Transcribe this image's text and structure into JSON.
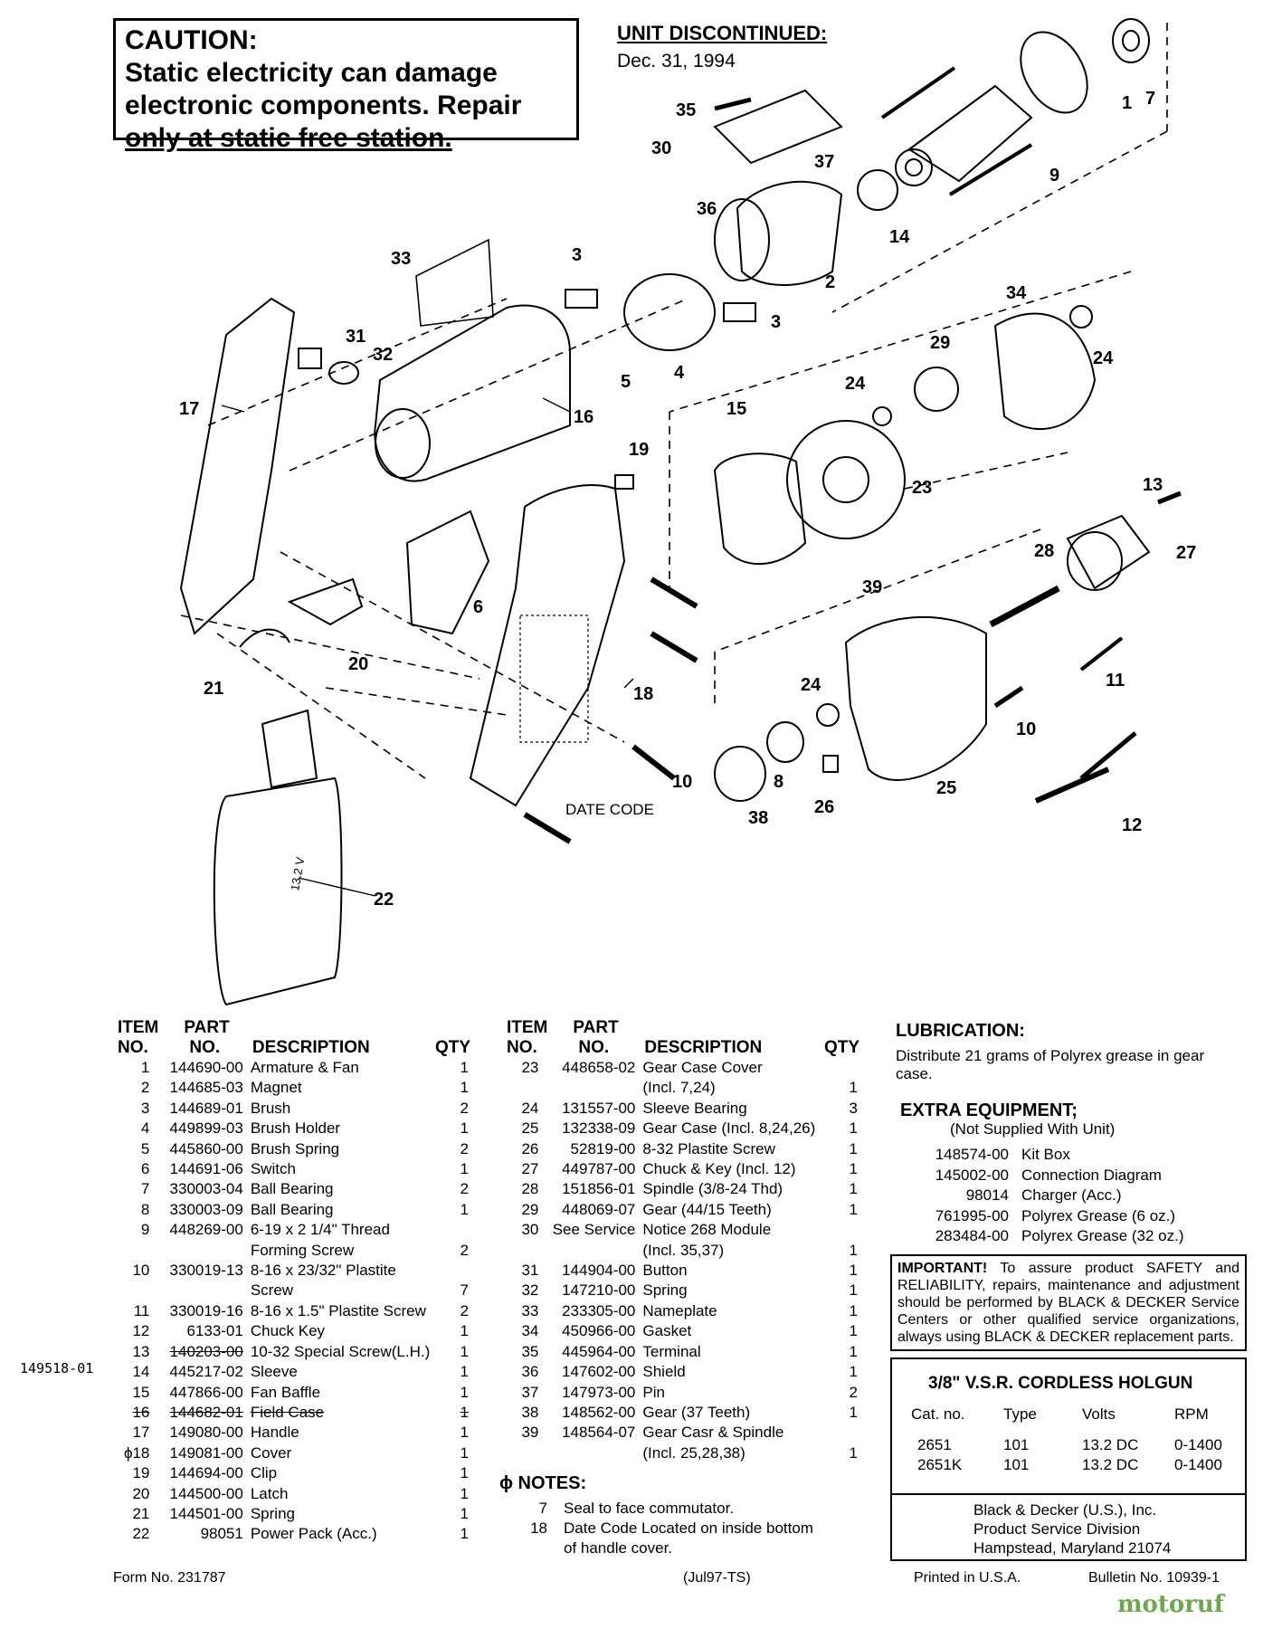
{
  "caution": {
    "line1": "CAUTION:",
    "line2": "Static electricity can damage",
    "line3": "electronic components. Repair",
    "line4": "only at static free station."
  },
  "discontinued": {
    "title": "UNIT DISCONTINUED:",
    "date": "Dec. 31, 1994"
  },
  "diagram": {
    "callouts": [
      "1",
      "7",
      "35",
      "30",
      "37",
      "9",
      "36",
      "14",
      "2",
      "33",
      "3",
      "3",
      "31",
      "32",
      "17",
      "16",
      "5",
      "4",
      "34",
      "24",
      "29",
      "24",
      "15",
      "23",
      "19",
      "13",
      "28",
      "27",
      "39",
      "6",
      "20",
      "21",
      "18",
      "11",
      "24",
      "10",
      "8",
      "25",
      "10",
      "38",
      "26",
      "12",
      "22"
    ],
    "date_code": "DATE CODE",
    "battery_label": "13.2 V"
  },
  "table_headers": {
    "item": "ITEM",
    "part": "PART",
    "no1": "NO.",
    "no2": "NO.",
    "desc": "DESCRIPTION",
    "qty": "QTY"
  },
  "parts_left": [
    {
      "no": "1",
      "part": "144690-00",
      "desc": "Armature & Fan",
      "qty": "1"
    },
    {
      "no": "2",
      "part": "144685-03",
      "desc": "Magnet",
      "qty": "1"
    },
    {
      "no": "3",
      "part": "144689-01",
      "desc": "Brush",
      "qty": "2"
    },
    {
      "no": "4",
      "part": "449899-03",
      "desc": "Brush Holder",
      "qty": "1"
    },
    {
      "no": "5",
      "part": "445860-00",
      "desc": "Brush Spring",
      "qty": "2"
    },
    {
      "no": "6",
      "part": "144691-06",
      "desc": "Switch",
      "qty": "1"
    },
    {
      "no": "7",
      "part": "330003-04",
      "desc": "Ball Bearing",
      "qty": "2"
    },
    {
      "no": "8",
      "part": "330003-09",
      "desc": "Ball Bearing",
      "qty": "1"
    },
    {
      "no": "9",
      "part": "448269-00",
      "desc": "6-19 x 2 1/4\" Thread",
      "qty": ""
    },
    {
      "no": "",
      "part": "",
      "desc": "Forming Screw",
      "qty": "2"
    },
    {
      "no": "10",
      "part": "330019-13",
      "desc": "8-16 x 23/32\" Plastite",
      "qty": ""
    },
    {
      "no": "",
      "part": "",
      "desc": "Screw",
      "qty": "7"
    },
    {
      "no": "11",
      "part": "330019-16",
      "desc": "8-16 x 1.5\" Plastite Screw",
      "qty": "2"
    },
    {
      "no": "12",
      "part": "6133-01",
      "desc": "Chuck Key",
      "qty": "1"
    },
    {
      "no": "13",
      "part": "140203-00",
      "desc": "10-32 Special Screw(L.H.)",
      "qty": "1"
    },
    {
      "no": "14",
      "part": "445217-02",
      "desc": "Sleeve",
      "qty": "1"
    },
    {
      "no": "15",
      "part": "447866-00",
      "desc": "Fan Baffle",
      "qty": "1"
    },
    {
      "no": "16",
      "part": "144682-01",
      "desc": "Field Case",
      "qty": "1"
    },
    {
      "no": "17",
      "part": "149080-00",
      "desc": "Handle",
      "qty": "1"
    },
    {
      "no": "ϕ18",
      "part": "149081-00",
      "desc": "Cover",
      "qty": "1"
    },
    {
      "no": "19",
      "part": "144694-00",
      "desc": "Clip",
      "qty": "1"
    },
    {
      "no": "20",
      "part": "144500-00",
      "desc": "Latch",
      "qty": "1"
    },
    {
      "no": "21",
      "part": "144501-00",
      "desc": "Spring",
      "qty": "1"
    },
    {
      "no": "22",
      "part": "98051",
      "desc": "Power Pack (Acc.)",
      "qty": "1"
    }
  ],
  "handwritten_part": "149518-01",
  "parts_right": [
    {
      "no": "23",
      "part": "448658-02",
      "desc": "Gear Case Cover",
      "qty": ""
    },
    {
      "no": "",
      "part": "",
      "desc": "(Incl. 7,24)",
      "qty": "1"
    },
    {
      "no": "24",
      "part": "131557-00",
      "desc": "Sleeve Bearing",
      "qty": "3"
    },
    {
      "no": "25",
      "part": "132338-09",
      "desc": "Gear Case (Incl. 8,24,26)",
      "qty": "1"
    },
    {
      "no": "26",
      "part": "52819-00",
      "desc": "8-32 Plastite Screw",
      "qty": "1"
    },
    {
      "no": "27",
      "part": "449787-00",
      "desc": "Chuck & Key (Incl. 12)",
      "qty": "1"
    },
    {
      "no": "28",
      "part": "151856-01",
      "desc": "Spindle (3/8-24 Thd)",
      "qty": "1"
    },
    {
      "no": "29",
      "part": "448069-07",
      "desc": "Gear (44/15 Teeth)",
      "qty": "1"
    },
    {
      "no": "30",
      "part": "See Service",
      "desc": "Notice 268    Module",
      "qty": ""
    },
    {
      "no": "",
      "part": "",
      "desc": "(Incl. 35,37)",
      "qty": "1"
    },
    {
      "no": "31",
      "part": "144904-00",
      "desc": "Button",
      "qty": "1"
    },
    {
      "no": "32",
      "part": "147210-00",
      "desc": "Spring",
      "qty": "1"
    },
    {
      "no": "33",
      "part": "233305-00",
      "desc": "Nameplate",
      "qty": "1"
    },
    {
      "no": "34",
      "part": "450966-00",
      "desc": "Gasket",
      "qty": "1"
    },
    {
      "no": "35",
      "part": "445964-00",
      "desc": "Terminal",
      "qty": "1"
    },
    {
      "no": "36",
      "part": "147602-00",
      "desc": "Shield",
      "qty": "1"
    },
    {
      "no": "37",
      "part": "147973-00",
      "desc": "Pin",
      "qty": "2"
    },
    {
      "no": "38",
      "part": "148562-00",
      "desc": "Gear (37 Teeth)",
      "qty": "1"
    },
    {
      "no": "39",
      "part": "148564-07",
      "desc": "Gear Casr & Spindle",
      "qty": ""
    },
    {
      "no": "",
      "part": "",
      "desc": "(Incl. 25,28,38)",
      "qty": "1"
    }
  ],
  "notes": {
    "title": "ϕ NOTES:",
    "items": [
      {
        "no": "7",
        "text": "Seal to face commutator."
      },
      {
        "no": "18",
        "text": "Date Code Located on inside bottom"
      },
      {
        "no": "",
        "text": "of handle cover."
      }
    ]
  },
  "lubrication": {
    "title": "LUBRICATION:",
    "line1": "Distribute 21 grams of Polyrex grease in gear",
    "line2": "case."
  },
  "extra_equipment": {
    "title": "EXTRA EQUIPMENT;",
    "subtitle": "(Not Supplied With Unit)",
    "items": [
      {
        "part": "148574-00",
        "desc": "Kit Box"
      },
      {
        "part": "145002-00",
        "desc": "Connection Diagram"
      },
      {
        "part": "98014",
        "desc": "Charger (Acc.)"
      },
      {
        "part": "761995-00",
        "desc": "Polyrex Grease (6 oz.)"
      },
      {
        "part": "283484-00",
        "desc": "Polyrex Grease (32 oz.)"
      }
    ]
  },
  "important": {
    "lead": "IMPORTANT!",
    "text": " To assure product SAFETY and RELIABILITY, repairs, maintenance and adjustment should be performed by BLACK & DECKER Service Centers or other qualified service organizations, always using BLACK & DECKER replacement parts."
  },
  "model": {
    "title": "3/8\" V.S.R. CORDLESS HOLGUN",
    "headers": [
      "Cat. no.",
      "Type",
      "Volts",
      "RPM"
    ],
    "rows": [
      [
        "2651",
        "101",
        "13.2 DC",
        "0-1400"
      ],
      [
        "2651K",
        "101",
        "13.2 DC",
        "0-1400"
      ]
    ]
  },
  "address": {
    "line1": "Black & Decker (U.S.), Inc.",
    "line2": "Product Service Division",
    "line3": "Hampstead, Maryland 21074"
  },
  "footer": {
    "form": "Form No. 231787",
    "date": "(Jul97-TS)",
    "printed": "Printed in U.S.A.",
    "bulletin": "Bulletin No. 10939-1"
  },
  "watermark": "motoruf"
}
